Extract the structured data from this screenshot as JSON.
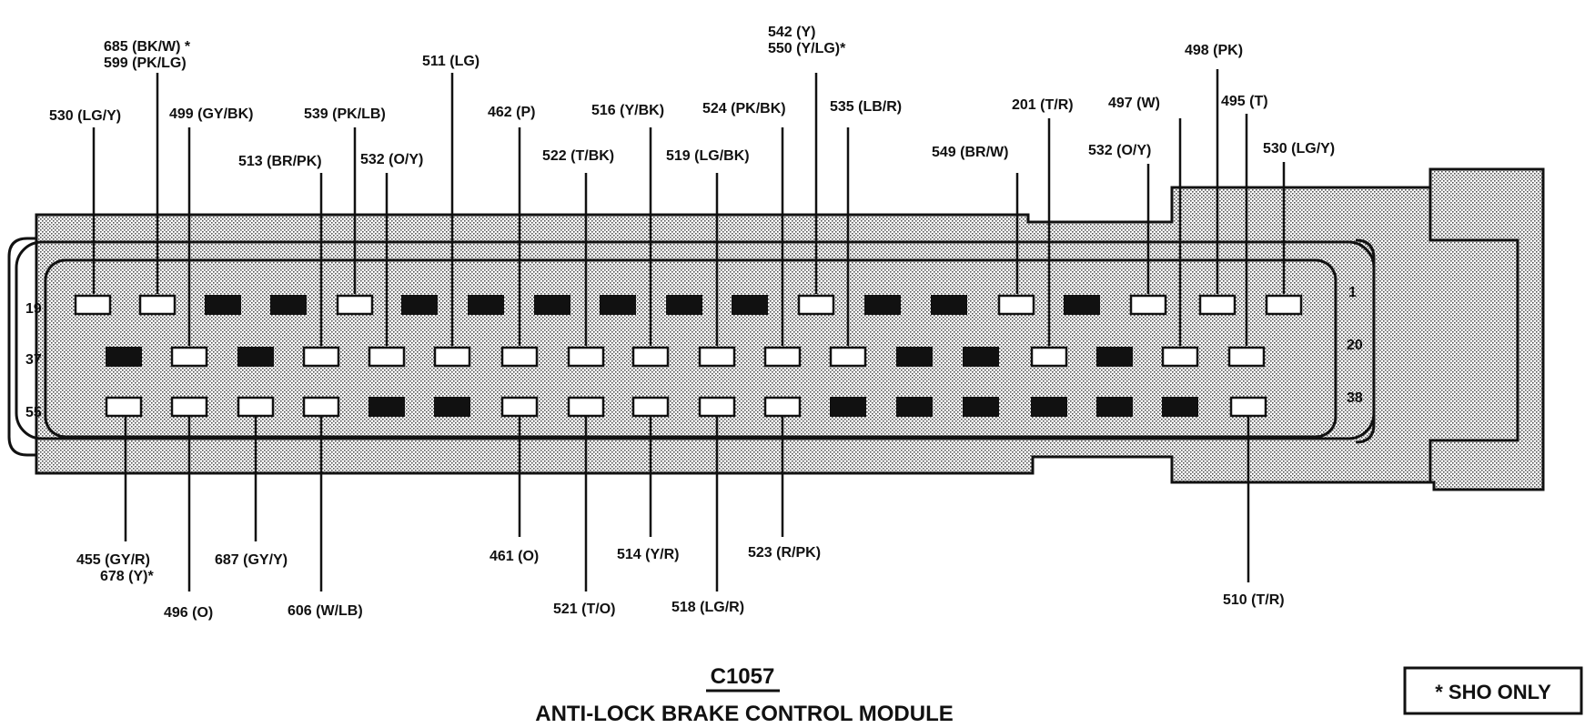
{
  "connector": {
    "id": "C1057",
    "name": "ANTI-LOCK BRAKE CONTROL MODULE"
  },
  "note": {
    "text": "* SHO ONLY"
  },
  "row_numbers": {
    "row1_left": "19",
    "row1_right": "1",
    "row2_left": "37",
    "row2_right": "20",
    "row3_left": "55",
    "row3_right": "38"
  },
  "wire_labels": {
    "w685": "685 (BK/W) *",
    "w599": "599 (PK/LG)",
    "w530a": "530 (LG/Y)",
    "w499": "499 (GY/BK)",
    "w539": "539 (PK/LB)",
    "w513": "513 (BR/PK)",
    "w532a": "532 (O/Y)",
    "w511": "511 (LG)",
    "w462": "462 (P)",
    "w516": "516 (Y/BK)",
    "w522": "522 (T/BK)",
    "w524": "524 (PK/BK)",
    "w519": "519 (LG/BK)",
    "w542": "542 (Y)",
    "w550": "550 (Y/LG)*",
    "w535": "535 (LB/R)",
    "w549": "549 (BR/W)",
    "w201": "201 (T/R)",
    "w532b": "532 (O/Y)",
    "w497": "497 (W)",
    "w498": "498 (PK)",
    "w495": "495 (T)",
    "w530b": "530 (LG/Y)",
    "w455": "455 (GY/R)",
    "w678": "678 (Y)*",
    "w496": "496 (O)",
    "w687": "687 (GY/Y)",
    "w606": "606 (W/LB)",
    "w461": "461 (O)",
    "w521": "521 (T/O)",
    "w514": "514 (Y/R)",
    "w518": "518 (LG/R)",
    "w523": "523 (R/PK)",
    "w510": "510 (T/R)"
  }
}
